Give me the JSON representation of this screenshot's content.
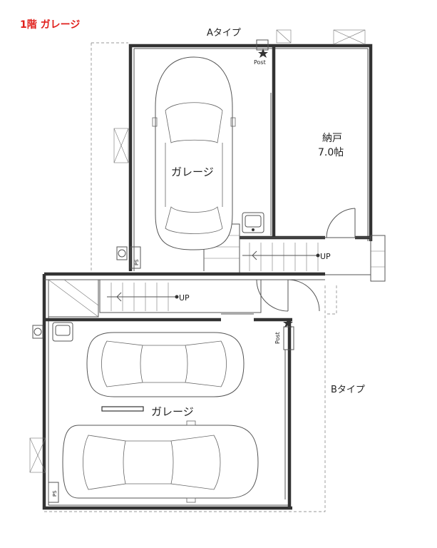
{
  "title": "1階  ガレージ",
  "labels": {
    "type_a": "Aタイプ",
    "type_b": "Bタイプ",
    "garage_a": "ガレージ",
    "garage_b": "ガレージ",
    "storage_name": "納戸",
    "storage_size": "7.0帖",
    "up_a": "UP",
    "up_b": "UP",
    "post_a": "Post",
    "post_b": "Post",
    "ps_a": "PS",
    "ps_b": "PS"
  },
  "colors": {
    "title": "#e0201c",
    "wall": "#333333",
    "line": "#555555"
  },
  "icons": [
    "post-star-icon",
    "ventilation-fan-icon",
    "sink-icon",
    "outlet-icon"
  ]
}
